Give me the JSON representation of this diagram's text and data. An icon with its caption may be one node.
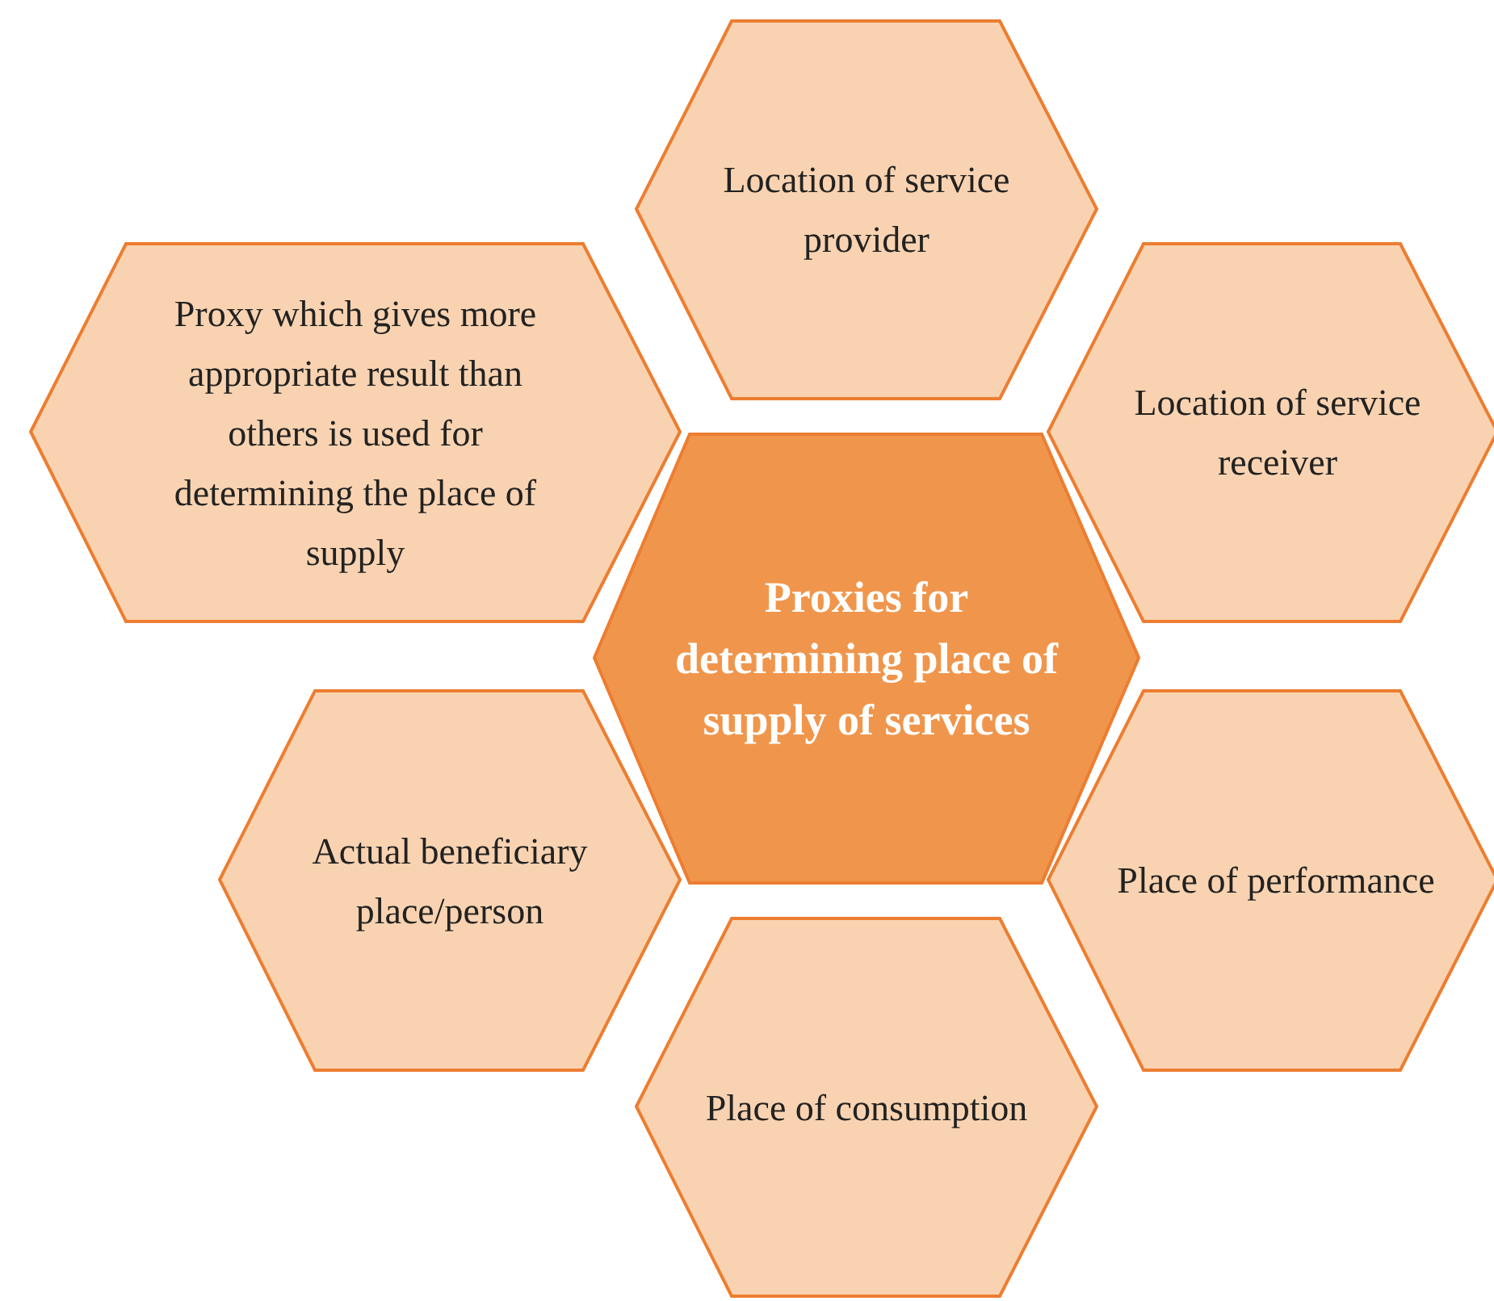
{
  "diagram": {
    "nodes": [
      {
        "text": [
          "Location of service provider"
        ]
      },
      {
        "text": [
          "Proxy which gives more appropriate result than others is used for determining the place of supply"
        ]
      },
      {
        "text": [
          "Location of service receiver"
        ]
      },
      {
        "text": [
          "Proxies for determining place of supply of services"
        ]
      },
      {
        "text": [
          "Actual beneficiary place/person"
        ]
      },
      {
        "text": [
          "Place of performance"
        ]
      },
      {
        "text": [
          "Place of consumption"
        ]
      }
    ]
  }
}
